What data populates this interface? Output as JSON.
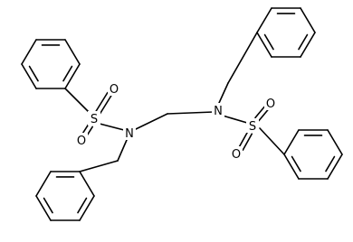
{
  "molecule": {
    "atoms": [
      {
        "id": "S1",
        "label": "S"
      },
      {
        "id": "O1",
        "label": "O"
      },
      {
        "id": "O2",
        "label": "O"
      },
      {
        "id": "N1",
        "label": "N"
      },
      {
        "id": "N2",
        "label": "N"
      },
      {
        "id": "S2",
        "label": "S"
      },
      {
        "id": "O3",
        "label": "O"
      },
      {
        "id": "O4",
        "label": "O"
      }
    ],
    "colors": {
      "bond": "#000000",
      "label": "#000000",
      "background": "#ffffff"
    }
  }
}
